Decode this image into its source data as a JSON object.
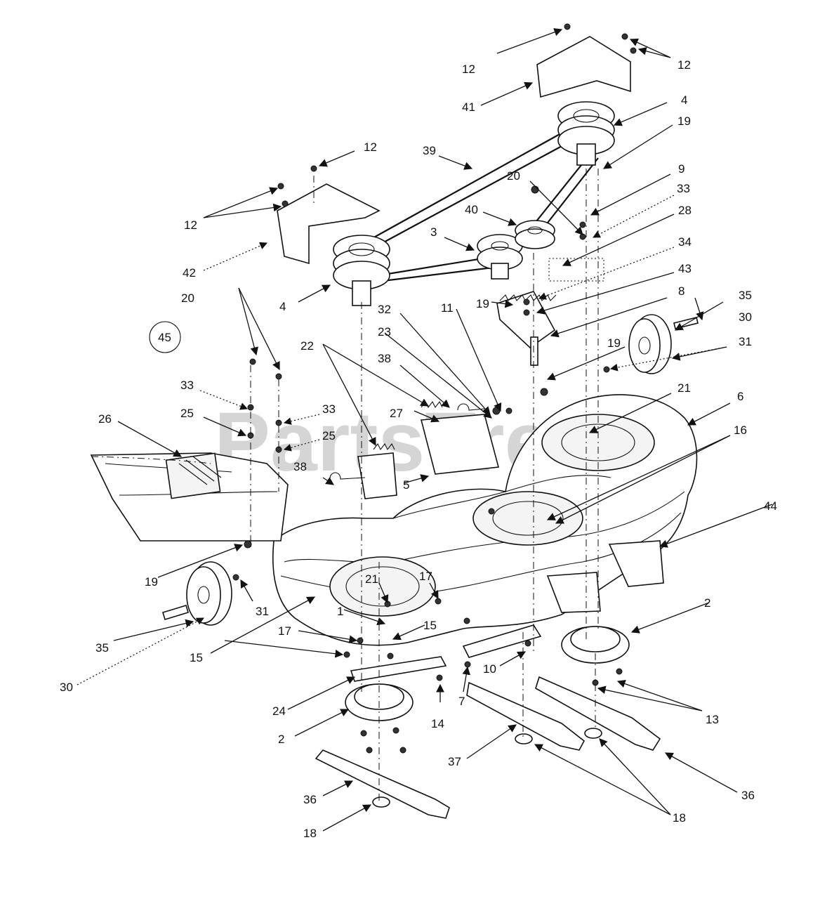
{
  "watermark": {
    "text": "PartsTree",
    "trademark": "™"
  },
  "callouts": {
    "c12_a": "12",
    "c12_b": "12",
    "c12_c": "12",
    "c12_d": "12",
    "c41": "41",
    "c4_a": "4",
    "c19_a": "19",
    "c39": "39",
    "c9": "9",
    "c20_a": "20",
    "c33_a": "33",
    "c28": "28",
    "c40": "40",
    "c3": "3",
    "c34": "34",
    "c42": "42",
    "c43": "43",
    "c4_b": "4",
    "c8": "8",
    "c19_b": "19",
    "c35_a": "35",
    "c30_a": "30",
    "c20_b": "20",
    "c32": "32",
    "c11": "11",
    "c23": "23",
    "c45": "45",
    "c19_c": "19",
    "c31_a": "31",
    "c22": "22",
    "c38_a": "38",
    "c21_a": "21",
    "c6": "6",
    "c33_b": "33",
    "c33_c": "33",
    "c27": "27",
    "c16": "16",
    "c26": "26",
    "c25_a": "25",
    "c25_b": "25",
    "c38_b": "38",
    "c5": "5",
    "c44": "44",
    "c19_d": "19",
    "c21_b": "21",
    "c17_a": "17",
    "c31_b": "31",
    "c2_a": "2",
    "c1": "1",
    "c17_b": "17",
    "c15_a": "15",
    "c35_b": "35",
    "c15_b": "15",
    "c10": "10",
    "c30_b": "30",
    "c7": "7",
    "c13": "13",
    "c24": "24",
    "c14": "14",
    "c2_b": "2",
    "c37": "37",
    "c36_a": "36",
    "c36_b": "36",
    "c18_a": "18",
    "c18_b": "18"
  }
}
